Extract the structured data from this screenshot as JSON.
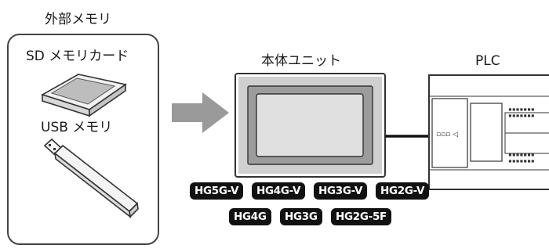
{
  "external_memory": {
    "title": "外部メモリ",
    "sd_label": "SD メモリカード",
    "usb_label": "USB メモリ"
  },
  "unit": {
    "label": "本体ユニット"
  },
  "plc": {
    "label": "PLC"
  },
  "models": {
    "row1": [
      "HG5G-V",
      "HG4G-V",
      "HG3G-V",
      "HG2G-V"
    ],
    "row2": [
      "HG4G",
      "HG3G",
      "HG2G-5F"
    ]
  },
  "colors": {
    "arrow": "#9a9a9a",
    "panel_frame": "#c8c8c8",
    "screen_frame": "#9c9c9c",
    "screen": "#e0e0e0",
    "badge_bg": "#111111"
  }
}
